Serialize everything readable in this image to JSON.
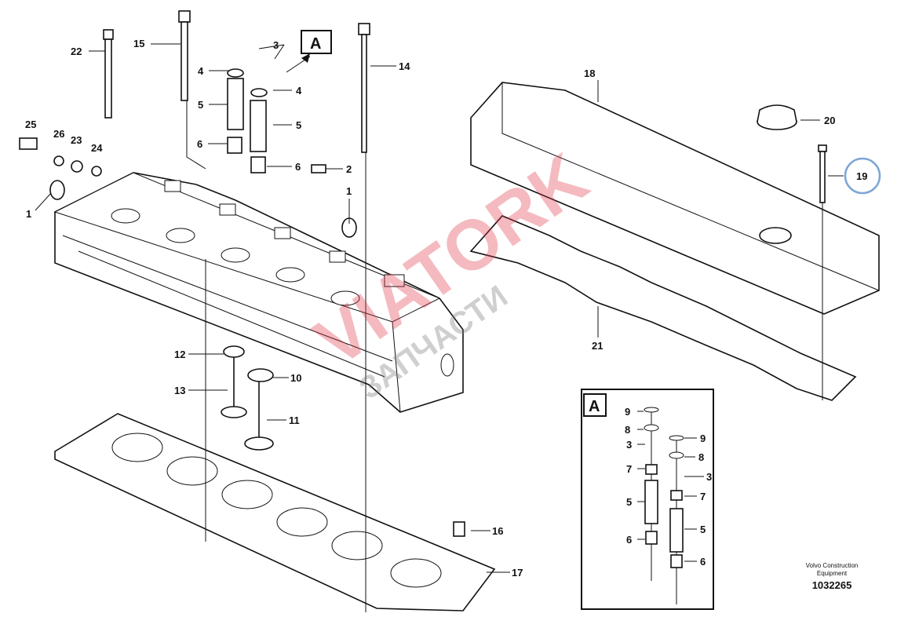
{
  "diagram": {
    "callouts": {
      "c22": "22",
      "c15": "15",
      "c3a": "3",
      "cA": "A",
      "c14": "14",
      "c4a": "4",
      "c4b": "4",
      "c5a": "5",
      "c5b": "5",
      "c6a": "6",
      "c6b": "6",
      "c2": "2",
      "c1a": "1",
      "c1b": "1",
      "c25": "25",
      "c26": "26",
      "c23": "23",
      "c24": "24",
      "c18": "18",
      "c20": "20",
      "c19": "19",
      "c21": "21",
      "c12": "12",
      "c10": "10",
      "c13": "13",
      "c11": "11",
      "c16": "16",
      "c17": "17"
    },
    "inset": {
      "title": "A",
      "left": {
        "c9": "9",
        "c8": "8",
        "c3": "3",
        "c7": "7",
        "c5": "5",
        "c6": "6"
      },
      "right": {
        "c9": "9",
        "c8": "8",
        "c3": "3",
        "c7": "7",
        "c5": "5",
        "c6": "6"
      }
    },
    "highlight_color": "#7ea6d6",
    "watermark": [
      "VIATORK",
      "ЗАПЧАСТИ"
    ],
    "footer": {
      "company_line1": "Volvo Construction",
      "company_line2": "Equipment",
      "figure_number": "1032265"
    }
  }
}
